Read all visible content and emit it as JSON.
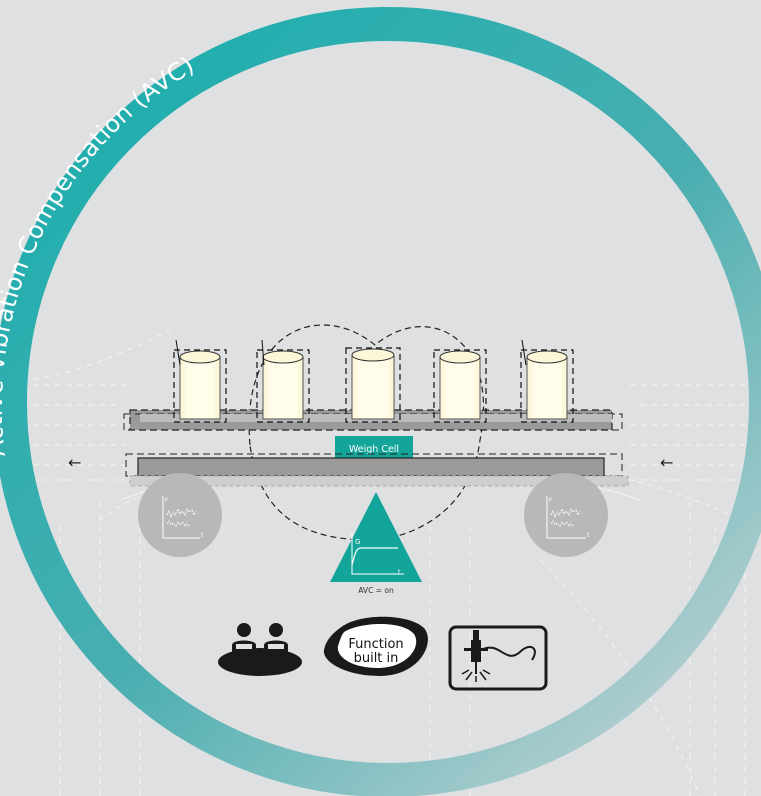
{
  "diagram": {
    "ring_title": "Active Vibration Compensation (AVC)",
    "weigh_cell_label": "Weigh Cell",
    "avc_status": "AVC = on",
    "function_badge": {
      "line1": "Function",
      "line2": "built in"
    },
    "axis_labels": {
      "force": "F",
      "time": "t",
      "g_axis": "G"
    },
    "direction_arrow_left": "←",
    "direction_arrow_right": "←",
    "icons": [
      "two-people-at-table-icon",
      "function-built-in-badge",
      "dosing-needle-icon"
    ],
    "colors": {
      "background": "#dfe0e1",
      "ring_start": "#1fb0ae",
      "ring_end": "#b7cfd1",
      "teal": "#14a59a",
      "vial_fill": "#fcf7d8",
      "plate": "#9a9a9a",
      "grey_circle": "#b7b8b9"
    }
  }
}
